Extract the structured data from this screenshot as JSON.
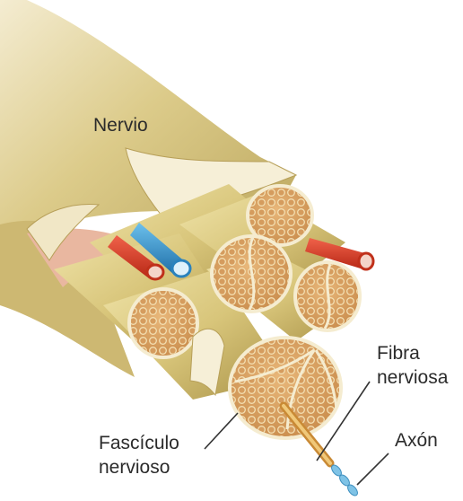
{
  "labels": {
    "nerve": "Nervio",
    "nerve_fiber": [
      "Fibra",
      "nerviosa"
    ],
    "axon": "Axón",
    "fascicle": [
      "Fascículo",
      "nervioso"
    ]
  },
  "colors": {
    "epineurium": "#d9c98a",
    "epineurium_inner": "#f2ead0",
    "perineurium": "#c9b35e",
    "fascicle_fill": "#d9a56a",
    "artery": "#d8391f",
    "vein": "#2f8fc9",
    "axon": "#7fc3e6",
    "leader_line": "#333333"
  }
}
